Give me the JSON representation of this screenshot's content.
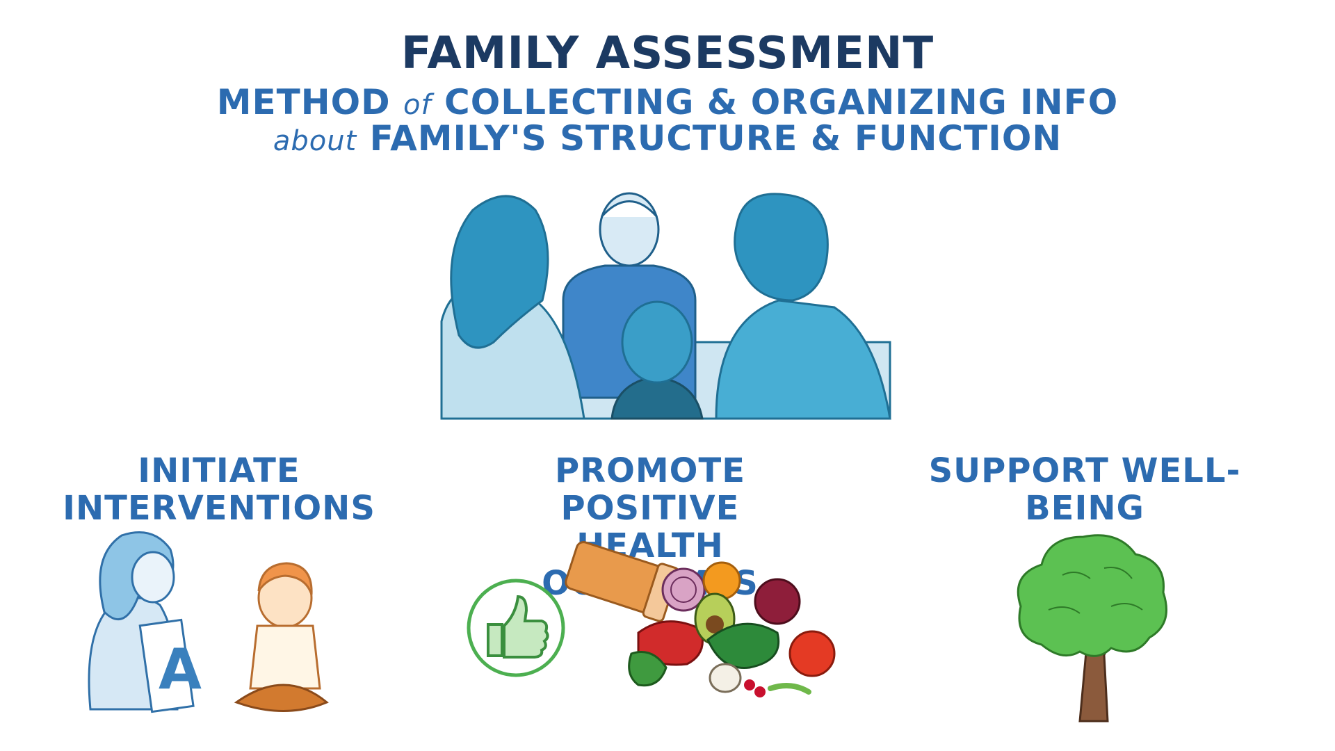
{
  "title": "FAMILY ASSESSMENT",
  "subtitle": {
    "line1": {
      "a": "METHOD",
      "b": "of",
      "c": "COLLECTING & ORGANIZING INFO"
    },
    "line2": {
      "a": "about",
      "b": "FAMILY'S STRUCTURE & FUNCTION"
    }
  },
  "goals": [
    {
      "label_line1": "INITIATE",
      "label_line2": "INTERVENTIONS"
    },
    {
      "label_line1": "PROMOTE POSITIVE",
      "label_line2": "HEALTH OUTCOMES"
    },
    {
      "label_line1": "SUPPORT WELL-BEING",
      "label_line2": ""
    }
  ],
  "illustrations": {
    "family": "family-meeting-illustration",
    "nurse_child": "nurse-and-child-illustration",
    "thumbs_up": "thumbs-up-icon",
    "food": "healthy-food-illustration",
    "tree": "tree-illustration"
  },
  "colors": {
    "title": "#1c3a62",
    "text": "#2c6bb0",
    "family_blue": "#3a9ec8",
    "green": "#4caf50",
    "tree_trunk": "#8b5a3c"
  }
}
